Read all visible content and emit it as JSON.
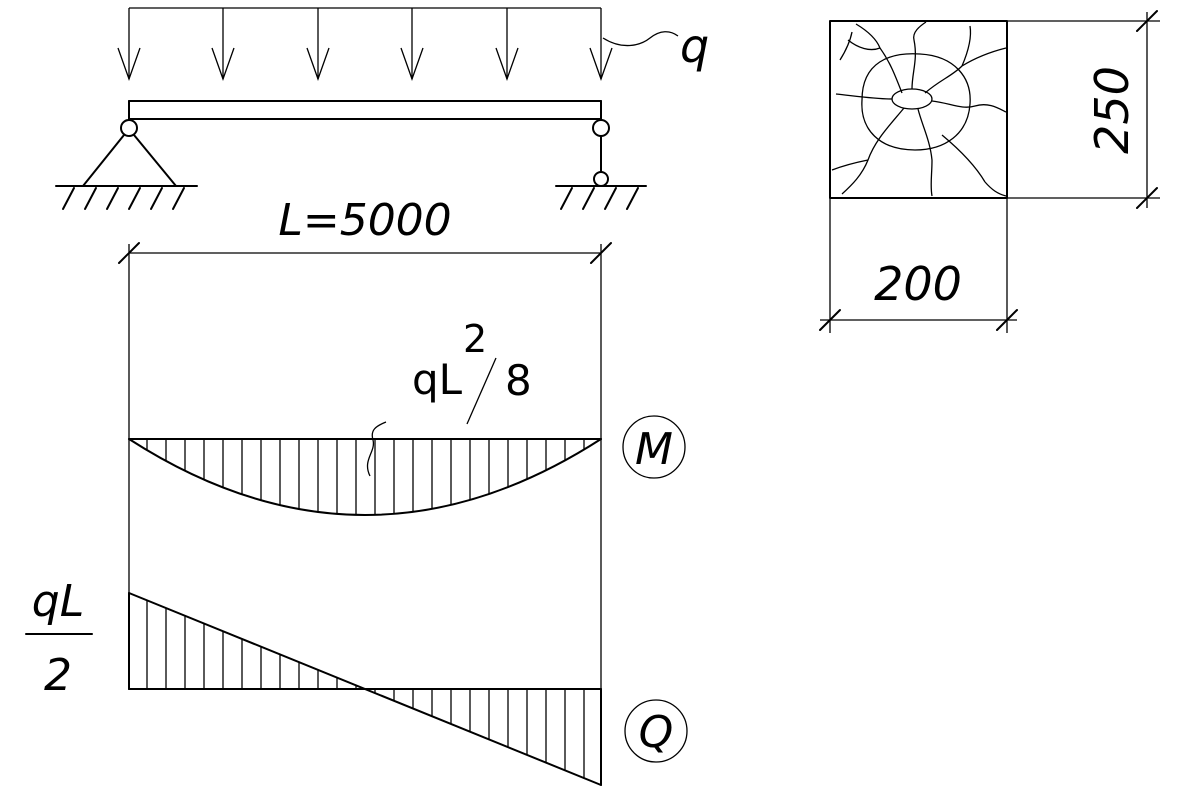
{
  "load": {
    "label": "q"
  },
  "span": {
    "label": "L=5000"
  },
  "section": {
    "width": "200",
    "height": "250"
  },
  "moment": {
    "formula_base": "qL",
    "formula_exp": "2",
    "formula_den": "8",
    "symbol": "M"
  },
  "shear": {
    "numerator": "qL",
    "denominator": "2",
    "symbol": "Q"
  }
}
